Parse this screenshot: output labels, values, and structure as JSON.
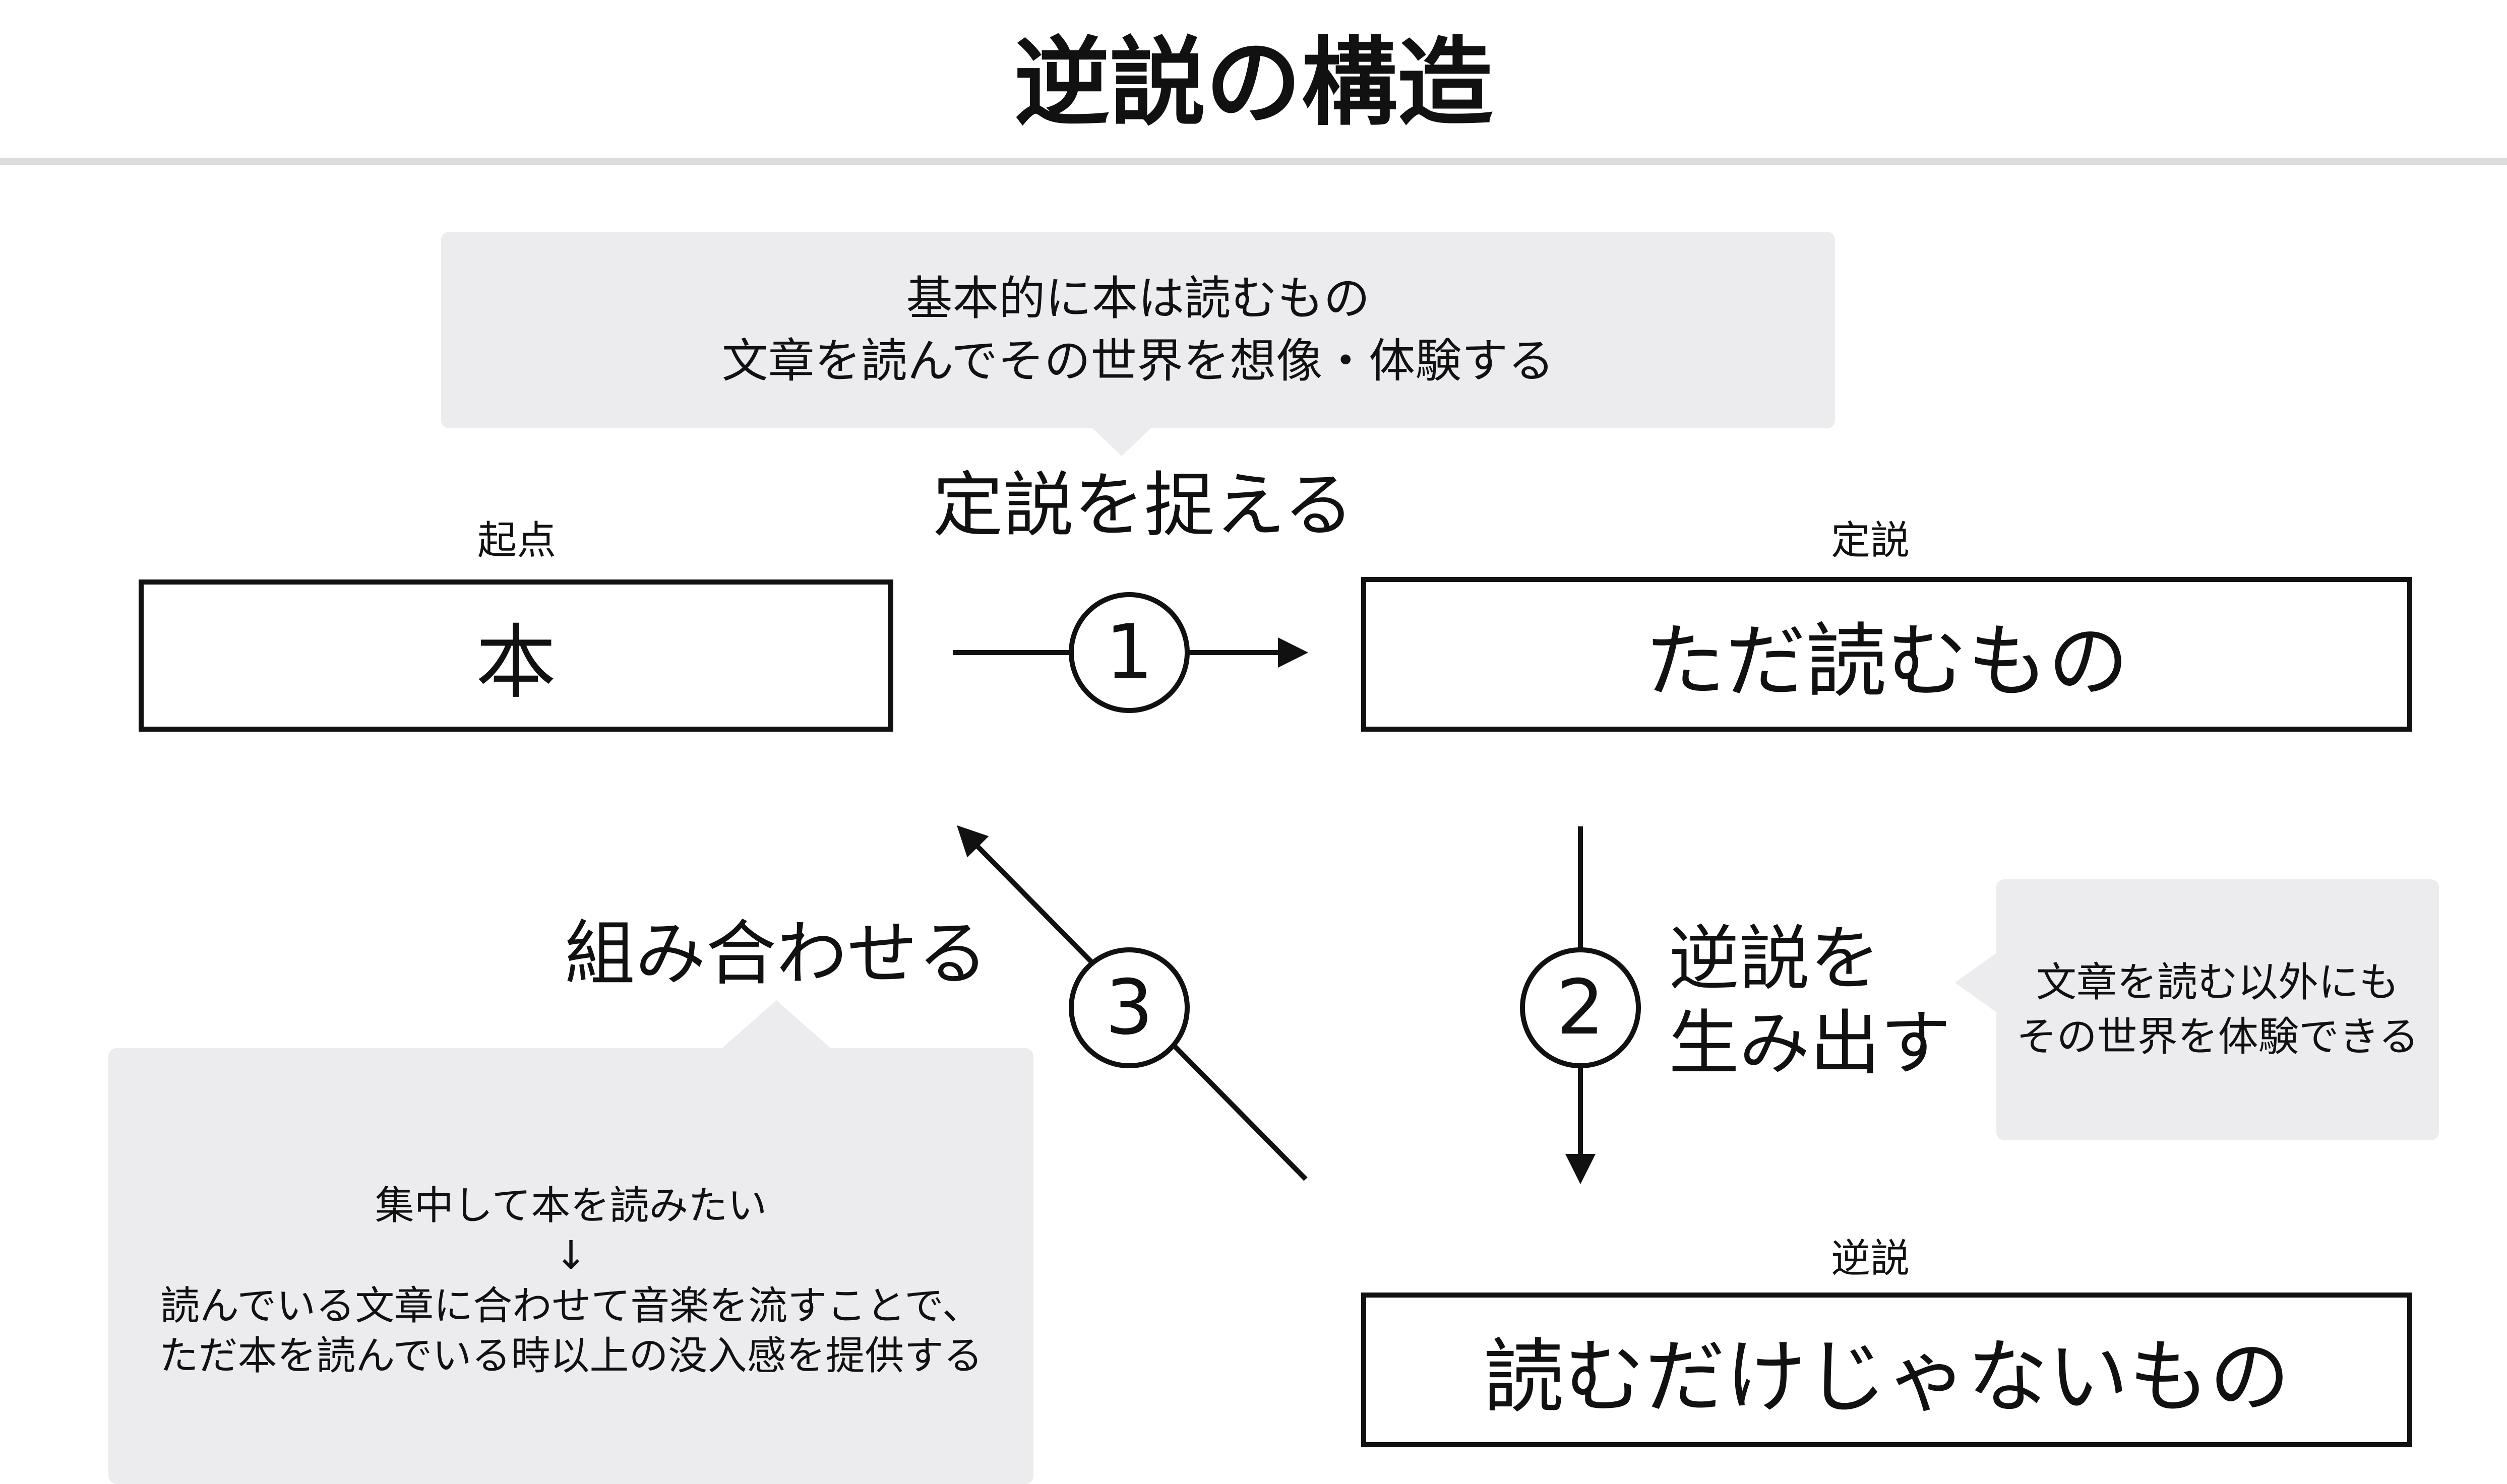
{
  "title": "逆説の構造",
  "callouts": {
    "top": [
      "基本的に本は読むもの",
      "文章を読んでその世界を想像・体験する"
    ],
    "right": [
      "文章を読む以外にも",
      "その世界を体験できる"
    ],
    "left": [
      "集中して本を読みたい",
      "↓",
      "読んでいる文章に合わせて音楽を流すことで、",
      "ただ本を読んでいる時以上の没入感を提供する"
    ]
  },
  "nodes": {
    "start": {
      "label": "起点",
      "text": "本"
    },
    "thesis": {
      "label": "定説",
      "text": "ただ読むもの"
    },
    "paradox": {
      "label": "逆説",
      "text": "読むだけじゃないもの"
    }
  },
  "steps": [
    {
      "number": "1",
      "label": "定説を捉える"
    },
    {
      "number": "2",
      "label_lines": [
        "逆説を",
        "生み出す"
      ]
    },
    {
      "number": "3",
      "label": "組み合わせる"
    }
  ],
  "colors": {
    "callout_bg": "#ececef",
    "stroke": "#111111",
    "rule": "#dcdcdc"
  }
}
